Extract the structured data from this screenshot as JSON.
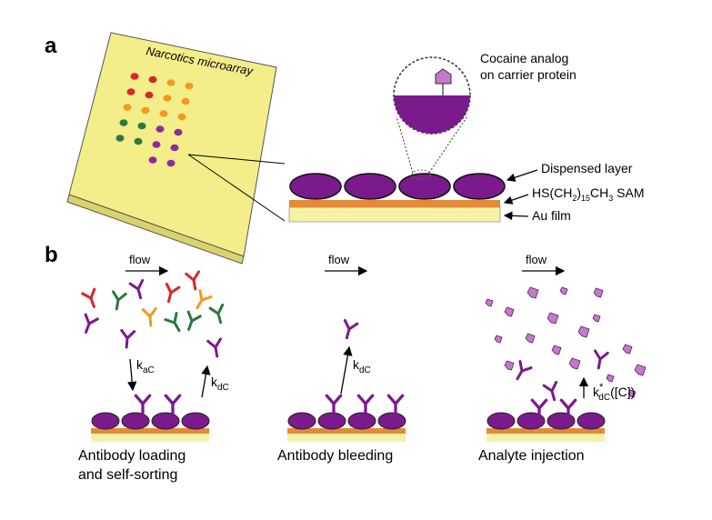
{
  "panels": {
    "a": {
      "letter": "a",
      "chip_label": "Narcotics microarray",
      "zoom_label_line1": "Cocaine analog",
      "zoom_label_line2": "on carrier protein",
      "layers": {
        "dispensed": "Dispensed layer",
        "sam_prefix": "HS(CH",
        "sam_sub1": "2",
        "sam_mid": ")",
        "sam_sub2": "15",
        "sam_suffix": "CH",
        "sam_sub3": "3",
        "sam_end": " SAM",
        "au": "Au film"
      }
    },
    "b": {
      "letter": "b",
      "steps": [
        {
          "flow": "flow",
          "caption_line1": "Antibody loading",
          "caption_line2": "and self-sorting",
          "rate_on_main": "k",
          "rate_on_sub": "aC",
          "rate_off_main": "k",
          "rate_off_sub": "dC"
        },
        {
          "flow": "flow",
          "caption_line1": "Antibody bleeding",
          "rate_off_main": "k",
          "rate_off_sub": "dC"
        },
        {
          "flow": "flow",
          "caption_line1": "Analyte injection",
          "rate_main": "k",
          "rate_sup": "*",
          "rate_sub": "dC",
          "rate_arg": "([C])"
        }
      ]
    }
  },
  "colors": {
    "purple": "#7b1a8c",
    "gold": "#e07b2a",
    "yellow_film": "#f3f0a0",
    "chip": "#f5f08a",
    "dot_red": "#d7262b",
    "dot_orange": "#f39a1e",
    "dot_green": "#2a7a3a",
    "dot_purple": "#8e2aa0"
  }
}
